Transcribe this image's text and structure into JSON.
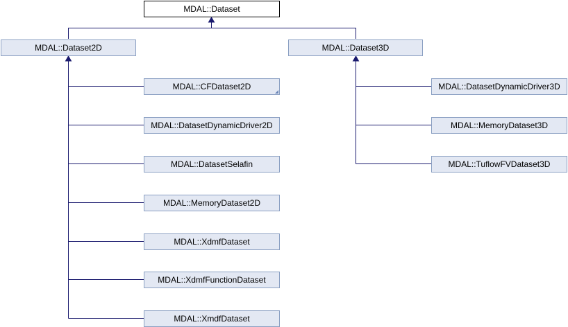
{
  "diagram": {
    "root": {
      "label": "MDAL::Dataset"
    },
    "dataset2d": {
      "label": "MDAL::Dataset2D"
    },
    "dataset3d": {
      "label": "MDAL::Dataset3D"
    },
    "children2d": [
      {
        "label": "MDAL::CFDataset2D",
        "has_more": true
      },
      {
        "label": "MDAL::DatasetDynamicDriver2D"
      },
      {
        "label": "MDAL::DatasetSelafin"
      },
      {
        "label": "MDAL::MemoryDataset2D"
      },
      {
        "label": "MDAL::XdmfDataset"
      },
      {
        "label": "MDAL::XdmfFunctionDataset"
      },
      {
        "label": "MDAL::XmdfDataset"
      }
    ],
    "children3d": [
      {
        "label": "MDAL::DatasetDynamicDriver3D"
      },
      {
        "label": "MDAL::MemoryDataset3D"
      },
      {
        "label": "MDAL::TuflowFVDataset3D"
      }
    ],
    "colors": {
      "node_fill": "#e3e8f3",
      "node_border": "#8a9fc2",
      "root_fill": "#ffffff",
      "root_border": "#000000",
      "edge": "#1a1a6e"
    }
  }
}
